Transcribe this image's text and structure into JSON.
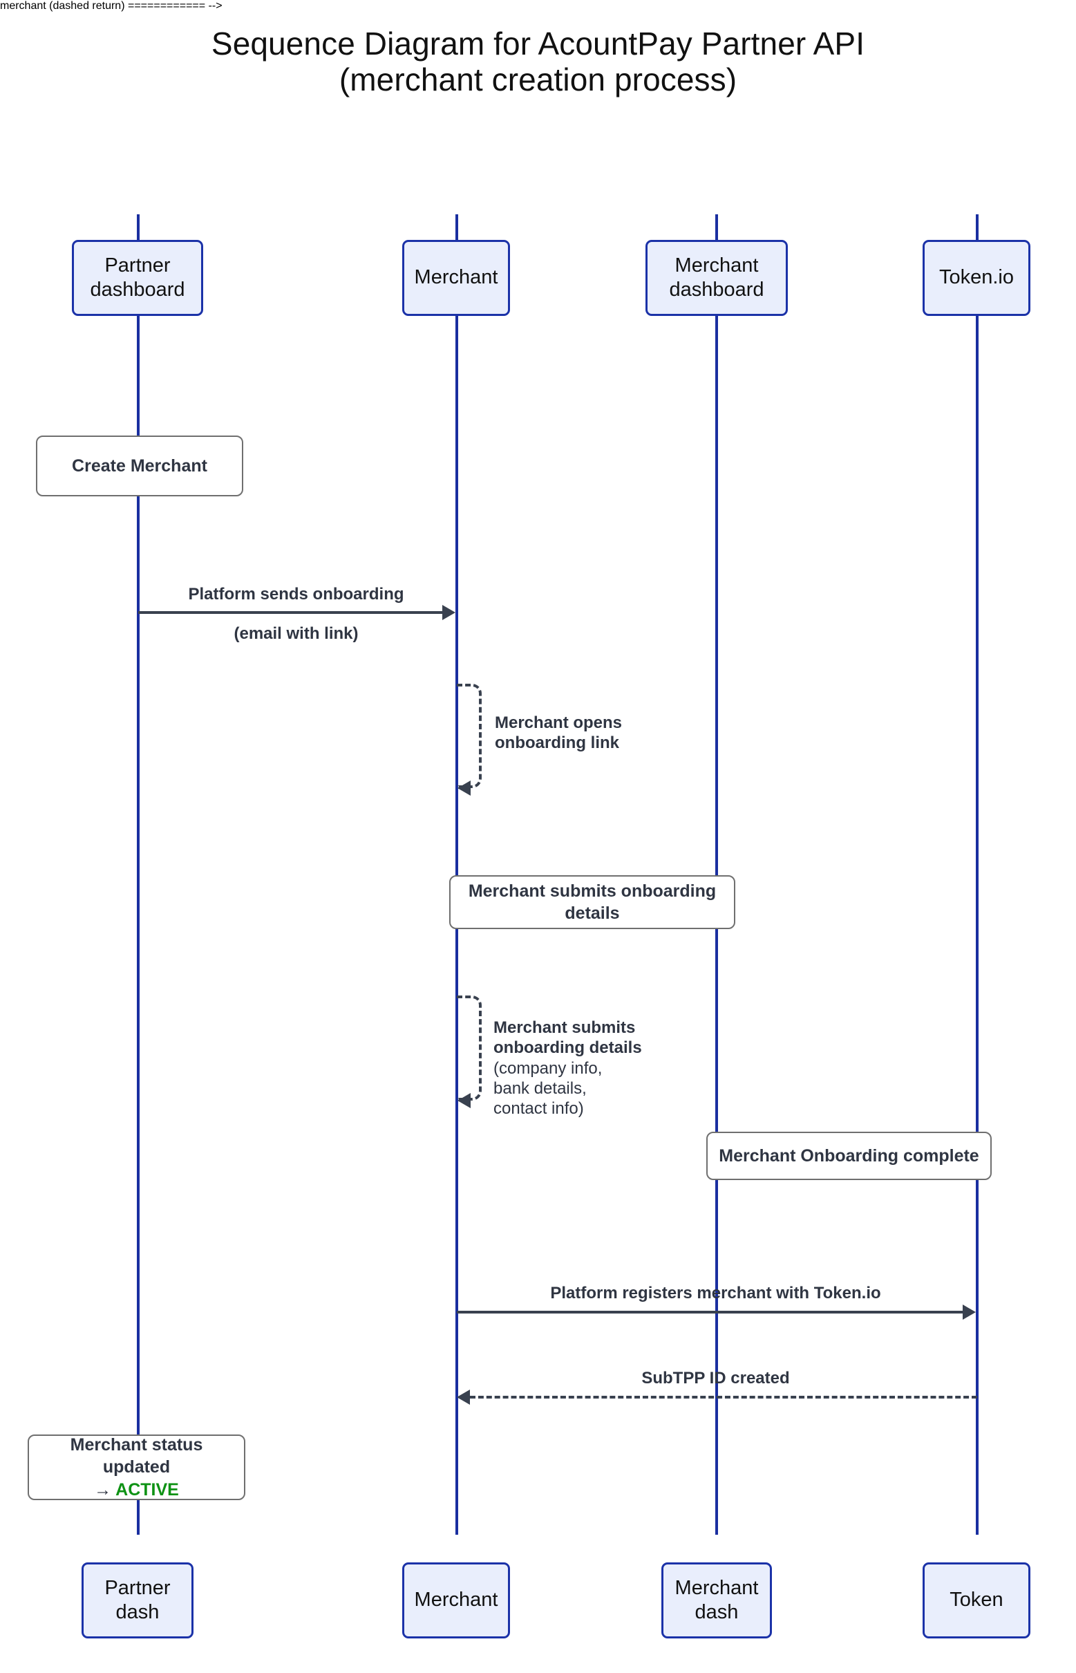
{
  "diagram": {
    "type": "sequence",
    "title_line1": "Sequence Diagram for AcountPay Partner API",
    "title_line2": "(merchant creation process)",
    "colors": {
      "actor_fill": "#e9eefc",
      "actor_border": "#1b32a8",
      "lifeline": "#1a2fa0",
      "message": "#39414f",
      "note_border": "#6f6f6f",
      "active_status": "#0e9214"
    }
  },
  "actors": [
    {
      "id": "partner",
      "top_label_line1": "Partner",
      "top_label_line2": "dashboard",
      "bottom_label_line1": "Partner",
      "bottom_label_line2": "dash"
    },
    {
      "id": "merchant",
      "top_label_line1": "Merchant",
      "top_label_line2": "",
      "bottom_label_line1": "Merchant",
      "bottom_label_line2": ""
    },
    {
      "id": "merchant_dashboard",
      "top_label_line1": "Merchant",
      "top_label_line2": "dashboard",
      "bottom_label_line1": "Merchant",
      "bottom_label_line2": "dash"
    },
    {
      "id": "tokenio",
      "top_label_line1": "Token.io",
      "top_label_line2": "",
      "bottom_label_line1": "Token",
      "bottom_label_line2": ""
    }
  ],
  "notes": [
    {
      "id": "create-merchant",
      "text": "Create Merchant",
      "on": "partner"
    },
    {
      "id": "merchant-submits-onboarding-details",
      "text": "Merchant  submits onboarding details",
      "on": "merchant"
    },
    {
      "id": "merchant-onboarding-complete",
      "text": "Merchant Onboarding complete",
      "on": "merchant_dashboard"
    },
    {
      "id": "merchant-status-updated",
      "text_prefix": "Merchant status updated",
      "text_arrow": "→ ",
      "text_status": "ACTIVE",
      "on": "partner"
    }
  ],
  "messages": [
    {
      "id": "platform-sends-onboarding",
      "from": "partner",
      "to": "merchant",
      "style": "solid",
      "direction": "right",
      "label_above": "Platform sends onboarding",
      "label_below": "(email with link)"
    },
    {
      "id": "platform-registers-merchant",
      "from": "merchant",
      "to": "tokenio",
      "style": "solid",
      "direction": "right",
      "label_above": "Platform registers merchant with Token.io",
      "label_below": ""
    },
    {
      "id": "subtpp-id-created",
      "from": "tokenio",
      "to": "merchant",
      "style": "dashed",
      "direction": "left",
      "label_above": "SubTPP  ID created",
      "label_below": ""
    }
  ],
  "self_calls": [
    {
      "id": "merchant-opens-onboarding-link",
      "on": "merchant",
      "style": "dashed",
      "bold_lines": [
        "Merchant opens",
        "onboarding link"
      ],
      "normal_lines": []
    },
    {
      "id": "merchant-submits-onboarding-details-self",
      "on": "merchant",
      "style": "dashed",
      "bold_lines": [
        "Merchant submits",
        "onboarding details"
      ],
      "normal_lines": [
        "(company info,",
        "bank details,",
        "contact info)"
      ]
    }
  ]
}
